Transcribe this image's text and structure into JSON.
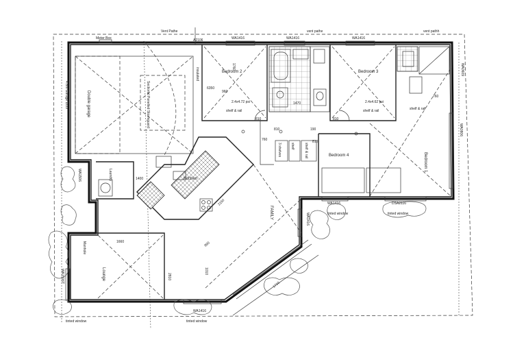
{
  "windows": {
    "wa1416_top_left": "WA1416",
    "wa1416_top_right": "WA1416",
    "wa1416_top_center": "WA1416",
    "wa1416_bed4": "WA1416",
    "wa1416_bottom": "WA1416",
    "wa1506": "WA1506",
    "wa1506t": "WA1506T",
    "ds_a2116": "DSA2116",
    "wa0609": "WA0609",
    "wa0806": "WA0806",
    "a2106": "A2106"
  },
  "vents": {
    "left": "Vent Pathe",
    "center": "vent pathe",
    "right": "vent pathh"
  },
  "notes": {
    "tinted_window_bottom": "tinted window",
    "tinted_window_mid": "tinted window",
    "tinted_window_right": "tinted window",
    "tinted_window_left": "tinted window",
    "meter_box": "Meter Box"
  },
  "rooms": {
    "bedroom2": "Bedroom 2",
    "bedroom3": "Bedroom 3",
    "bedroom4": "Bedroom 4",
    "bedroom1": "Bedroom 1",
    "family": "FAMILY",
    "lounge": "Lounge",
    "garage": "Double garage",
    "kitchen": "Kitchen",
    "laundry": "Laundry"
  },
  "fixtures": {
    "shelf_rail_1": "shelf & rail",
    "shelf_rail_2": "shelf & rail",
    "shelf_rail_3": "shelf & rail",
    "shelf_1": "shelf",
    "shelves_3": "3 shelves",
    "shelf_rail_4": "shelf & rail",
    "psi_1": "2.4x4.72 psi",
    "psi_2": "2.4x4.62 psi"
  },
  "dimensions": {
    "d1760": "1760",
    "d6350": "6350",
    "d960": "960",
    "d810a": "810",
    "d810b": "810",
    "d810c": "810",
    "d810d": "810",
    "d1470": "1470",
    "d190": "190",
    "d760a": "760",
    "d760b": "760",
    "d1400": "1400",
    "d1660": "1660",
    "d2150": "2150",
    "d890": "890",
    "d2810": "2810",
    "d1010": "1010",
    "d1710": "1710"
  },
  "side_labels": {
    "garage_door": "4.8m Garage Door",
    "garage_note": "Sectional Panelled Stormguard",
    "wall_note": "insulated",
    "hatch": "Manhole"
  }
}
